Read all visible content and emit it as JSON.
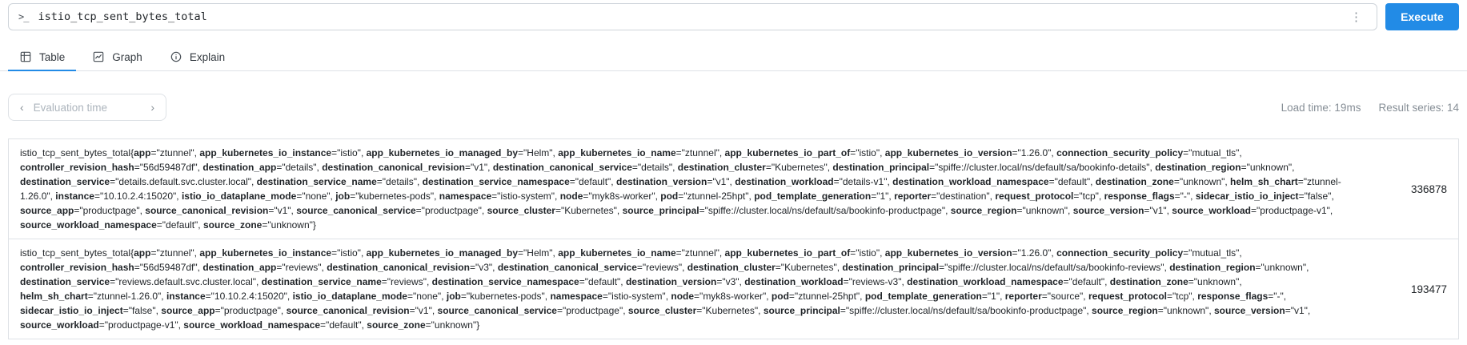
{
  "query_bar": {
    "query": "istio_tcp_sent_bytes_total",
    "prompt_glyph": ">_",
    "kebab_glyph": "⋮",
    "execute_label": "Execute",
    "accent_color": "#228be6"
  },
  "tabs": [
    {
      "label": "Table",
      "icon": "table-icon",
      "active": true
    },
    {
      "label": "Graph",
      "icon": "graph-icon",
      "active": false
    },
    {
      "label": "Explain",
      "icon": "info-circle-icon",
      "active": false
    }
  ],
  "toolbar": {
    "evaluation_time_placeholder": "Evaluation time",
    "prev_chevron": "‹",
    "next_chevron": "›",
    "load_time": "Load time: 19ms",
    "result_series": "Result series: 14"
  },
  "results": {
    "metric_name": "istio_tcp_sent_bytes_total",
    "series": [
      {
        "value": "336878",
        "labels": [
          [
            "app",
            "ztunnel"
          ],
          [
            "app_kubernetes_io_instance",
            "istio"
          ],
          [
            "app_kubernetes_io_managed_by",
            "Helm"
          ],
          [
            "app_kubernetes_io_name",
            "ztunnel"
          ],
          [
            "app_kubernetes_io_part_of",
            "istio"
          ],
          [
            "app_kubernetes_io_version",
            "1.26.0"
          ],
          [
            "connection_security_policy",
            "mutual_tls"
          ],
          [
            "controller_revision_hash",
            "56d59487df"
          ],
          [
            "destination_app",
            "details"
          ],
          [
            "destination_canonical_revision",
            "v1"
          ],
          [
            "destination_canonical_service",
            "details"
          ],
          [
            "destination_cluster",
            "Kubernetes"
          ],
          [
            "destination_principal",
            "spiffe://cluster.local/ns/default/sa/bookinfo-details"
          ],
          [
            "destination_region",
            "unknown"
          ],
          [
            "destination_service",
            "details.default.svc.cluster.local"
          ],
          [
            "destination_service_name",
            "details"
          ],
          [
            "destination_service_namespace",
            "default"
          ],
          [
            "destination_version",
            "v1"
          ],
          [
            "destination_workload",
            "details-v1"
          ],
          [
            "destination_workload_namespace",
            "default"
          ],
          [
            "destination_zone",
            "unknown"
          ],
          [
            "helm_sh_chart",
            "ztunnel-1.26.0"
          ],
          [
            "instance",
            "10.10.2.4:15020"
          ],
          [
            "istio_io_dataplane_mode",
            "none"
          ],
          [
            "job",
            "kubernetes-pods"
          ],
          [
            "namespace",
            "istio-system"
          ],
          [
            "node",
            "myk8s-worker"
          ],
          [
            "pod",
            "ztunnel-25hpt"
          ],
          [
            "pod_template_generation",
            "1"
          ],
          [
            "reporter",
            "destination"
          ],
          [
            "request_protocol",
            "tcp"
          ],
          [
            "response_flags",
            "-"
          ],
          [
            "sidecar_istio_io_inject",
            "false"
          ],
          [
            "source_app",
            "productpage"
          ],
          [
            "source_canonical_revision",
            "v1"
          ],
          [
            "source_canonical_service",
            "productpage"
          ],
          [
            "source_cluster",
            "Kubernetes"
          ],
          [
            "source_principal",
            "spiffe://cluster.local/ns/default/sa/bookinfo-productpage"
          ],
          [
            "source_region",
            "unknown"
          ],
          [
            "source_version",
            "v1"
          ],
          [
            "source_workload",
            "productpage-v1"
          ],
          [
            "source_workload_namespace",
            "default"
          ],
          [
            "source_zone",
            "unknown"
          ]
        ]
      },
      {
        "value": "193477",
        "labels": [
          [
            "app",
            "ztunnel"
          ],
          [
            "app_kubernetes_io_instance",
            "istio"
          ],
          [
            "app_kubernetes_io_managed_by",
            "Helm"
          ],
          [
            "app_kubernetes_io_name",
            "ztunnel"
          ],
          [
            "app_kubernetes_io_part_of",
            "istio"
          ],
          [
            "app_kubernetes_io_version",
            "1.26.0"
          ],
          [
            "connection_security_policy",
            "mutual_tls"
          ],
          [
            "controller_revision_hash",
            "56d59487df"
          ],
          [
            "destination_app",
            "reviews"
          ],
          [
            "destination_canonical_revision",
            "v3"
          ],
          [
            "destination_canonical_service",
            "reviews"
          ],
          [
            "destination_cluster",
            "Kubernetes"
          ],
          [
            "destination_principal",
            "spiffe://cluster.local/ns/default/sa/bookinfo-reviews"
          ],
          [
            "destination_region",
            "unknown"
          ],
          [
            "destination_service",
            "reviews.default.svc.cluster.local"
          ],
          [
            "destination_service_name",
            "reviews"
          ],
          [
            "destination_service_namespace",
            "default"
          ],
          [
            "destination_version",
            "v3"
          ],
          [
            "destination_workload",
            "reviews-v3"
          ],
          [
            "destination_workload_namespace",
            "default"
          ],
          [
            "destination_zone",
            "unknown"
          ],
          [
            "helm_sh_chart",
            "ztunnel-1.26.0"
          ],
          [
            "instance",
            "10.10.2.4:15020"
          ],
          [
            "istio_io_dataplane_mode",
            "none"
          ],
          [
            "job",
            "kubernetes-pods"
          ],
          [
            "namespace",
            "istio-system"
          ],
          [
            "node",
            "myk8s-worker"
          ],
          [
            "pod",
            "ztunnel-25hpt"
          ],
          [
            "pod_template_generation",
            "1"
          ],
          [
            "reporter",
            "source"
          ],
          [
            "request_protocol",
            "tcp"
          ],
          [
            "response_flags",
            "-"
          ],
          [
            "sidecar_istio_io_inject",
            "false"
          ],
          [
            "source_app",
            "productpage"
          ],
          [
            "source_canonical_revision",
            "v1"
          ],
          [
            "source_canonical_service",
            "productpage"
          ],
          [
            "source_cluster",
            "Kubernetes"
          ],
          [
            "source_principal",
            "spiffe://cluster.local/ns/default/sa/bookinfo-productpage"
          ],
          [
            "source_region",
            "unknown"
          ],
          [
            "source_version",
            "v1"
          ],
          [
            "source_workload",
            "productpage-v1"
          ],
          [
            "source_workload_namespace",
            "default"
          ],
          [
            "source_zone",
            "unknown"
          ]
        ]
      }
    ]
  }
}
